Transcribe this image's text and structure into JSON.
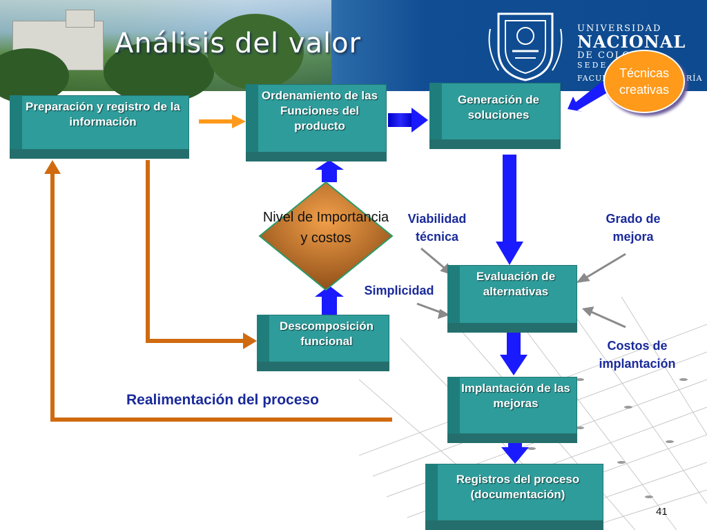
{
  "header": {
    "title": "Análisis del valor"
  },
  "logo": {
    "line1": "UNIVERSIDAD",
    "line2": "NACIONAL",
    "line3": "DE COLOMBIA",
    "line4": "SEDE BOGOTÁ",
    "line5": "FACULTAD DE INGENIERÍA"
  },
  "nodes": {
    "preparacion": "Preparación y registro de la información",
    "ordenamiento": "Ordenamiento de las Funciones del producto",
    "generacion": "Generación de soluciones",
    "nivel": "Nivel de Importancia y costos",
    "descomposicion": "Descomposición funcional",
    "evaluacion": "Evaluación de alternativas",
    "implantacion": "Implantación de las mejoras",
    "registros": "Registros del proceso (documentación)",
    "tecnicas": "Técnicas creativas"
  },
  "labels": {
    "viabilidad": "Viabilidad técnica",
    "grado": "Grado de mejora",
    "simplicidad": "Simplicidad",
    "costos": "Costos de implantación",
    "realimentacion": "Realimentación del proceso"
  },
  "page_number": "41",
  "colors": {
    "box": "#2e9c9a",
    "flow_arrow": "#1a1aff",
    "feedback_arrow": "#d06a10",
    "label_text": "#1a2a9a",
    "diamond": "#c8782a",
    "tecnicas": "#ff9a1a"
  }
}
